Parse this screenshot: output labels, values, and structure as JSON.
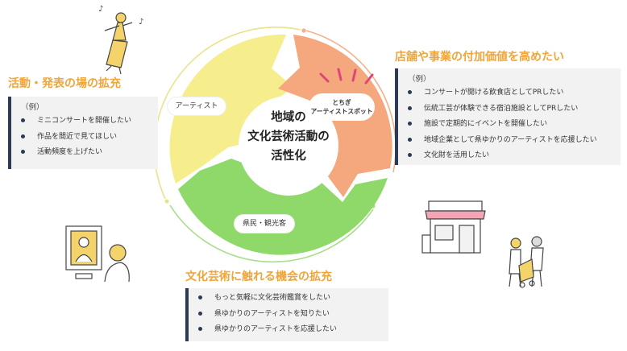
{
  "diagram": {
    "center": {
      "line1": "地域の",
      "line2": "文化芸術活動の",
      "line3": "活性化"
    },
    "segments": {
      "artist": {
        "label": "アーティスト",
        "color": "#f6ed8c"
      },
      "spot": {
        "line1": "とちぎ",
        "line2": "アーティストスポット",
        "color": "#f5a77d"
      },
      "residents": {
        "label": "県民・観光客",
        "color": "#8fd96a"
      }
    }
  },
  "sections": {
    "activity": {
      "heading": "活動・発表の場の拡充",
      "example": "（例）",
      "items": [
        "ミニコンサートを開催したい",
        "作品を間近で見てほしい",
        "活動頻度を上げたい"
      ]
    },
    "store": {
      "heading": "店舗や事業の付加価値を高めたい",
      "example": "（例）",
      "items": [
        "コンサートが開ける飲食店としてPRしたい",
        "伝統工芸が体験できる宿泊施設としてPRしたい",
        "施設で定期的にイベントを開催したい",
        "地域企業として県ゆかりのアーティストを応援したい",
        "文化財を活用したい"
      ]
    },
    "opportunity": {
      "heading": "文化芸術に触れる機会の拡充",
      "items": [
        "もっと気軽に文化芸術鑑賞をしたい",
        "県ゆかりのアーティストを知りたい",
        "県ゆかりのアーティストを応援したい"
      ]
    }
  },
  "colors": {
    "heading": "#f0a53a",
    "bullet": "#2c3a54",
    "box": "#f2f2f2"
  }
}
